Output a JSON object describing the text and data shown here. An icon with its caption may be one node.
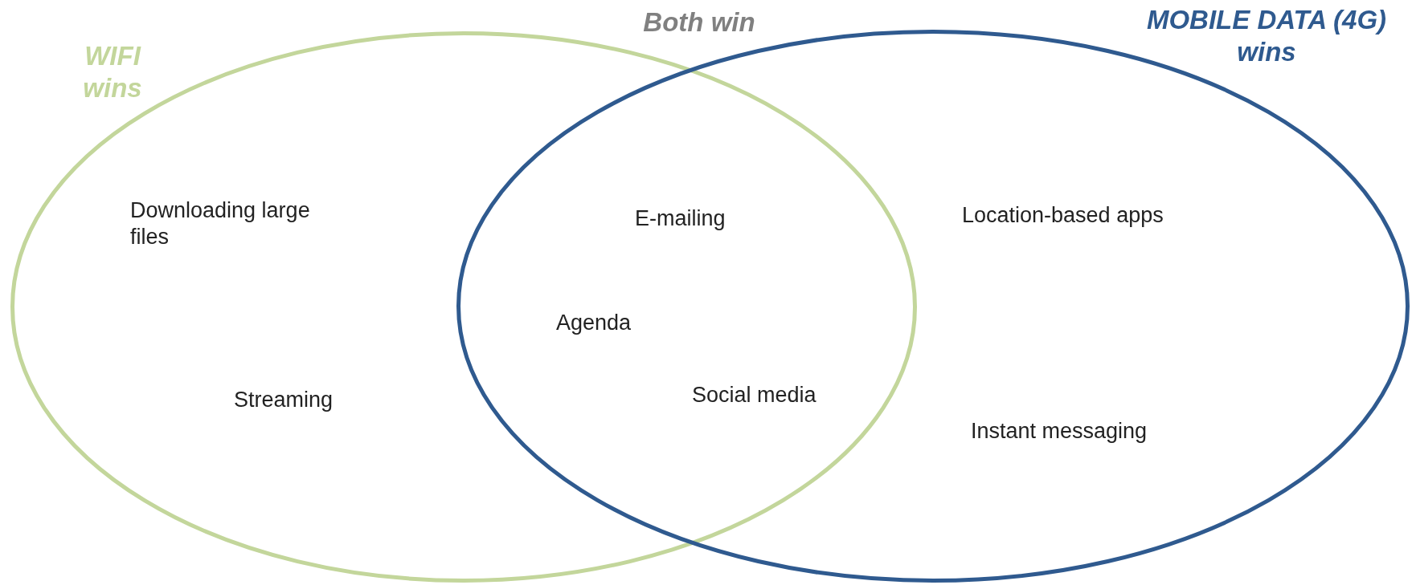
{
  "diagram": {
    "nodes": [
      {
        "text": [
          "WIFI wins"
        ]
      },
      {
        "text": [
          "MOBILE DATA (4G) wins"
        ]
      }
    ],
    "labels": [
      "Both win",
      "Downloading large files",
      "E-mailing",
      "Location-based apps",
      "Agenda",
      "Streaming",
      "Social media",
      "Instant messaging"
    ]
  }
}
